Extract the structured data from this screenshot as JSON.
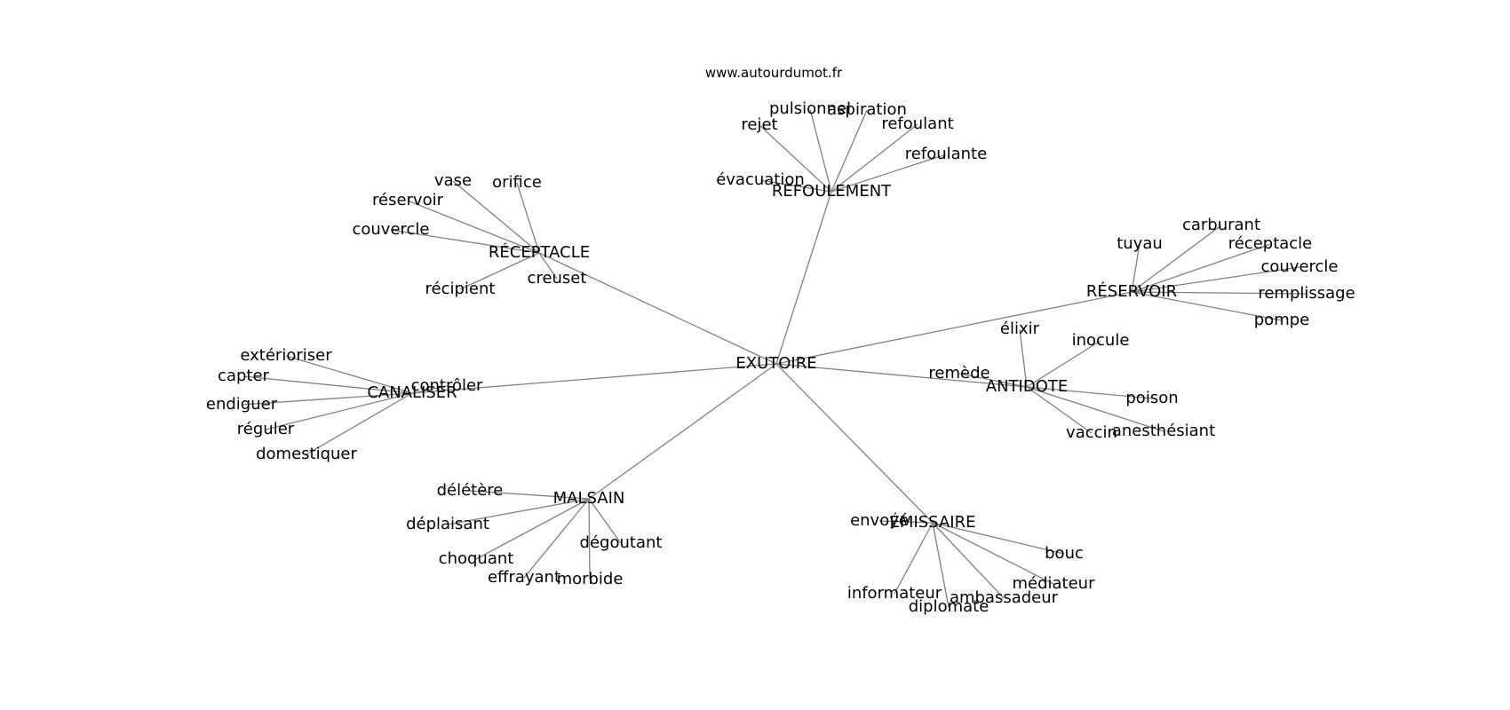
{
  "site": "www.autourdumot.fr",
  "colors": {
    "edge": "#808080",
    "text": "#000000",
    "background": "#ffffff"
  },
  "center": "EXUTOIRE",
  "groups": [
    {
      "word": "REFOULEMENT",
      "leaves": [
        "rejet",
        "pulsionnel",
        "aspiration",
        "refoulant",
        "refoulante",
        "évacuation"
      ]
    },
    {
      "word": "RÉCEPTACLE",
      "leaves": [
        "vase",
        "orifice",
        "réservoir",
        "couvercle",
        "récipient",
        "creuset"
      ]
    },
    {
      "word": "RÉSERVOIR",
      "leaves": [
        "tuyau",
        "carburant",
        "réceptacle",
        "couvercle",
        "remplissage",
        "pompe"
      ]
    },
    {
      "word": "ANTIDOTE",
      "leaves": [
        "élixir",
        "inocule",
        "remède",
        "poison",
        "anesthésiant",
        "vaccin"
      ]
    },
    {
      "word": "CANALISER",
      "leaves": [
        "extérioriser",
        "capter",
        "contrôler",
        "endiguer",
        "réguler",
        "domestiquer"
      ]
    },
    {
      "word": "MALSAIN",
      "leaves": [
        "délétère",
        "déplaisant",
        "choquant",
        "effrayant",
        "morbide",
        "dégoutant"
      ]
    },
    {
      "word": "ÉMISSAIRE",
      "leaves": [
        "envoyé",
        "bouc",
        "médiateur",
        "ambassadeur",
        "diplomate",
        "informateur"
      ]
    }
  ]
}
